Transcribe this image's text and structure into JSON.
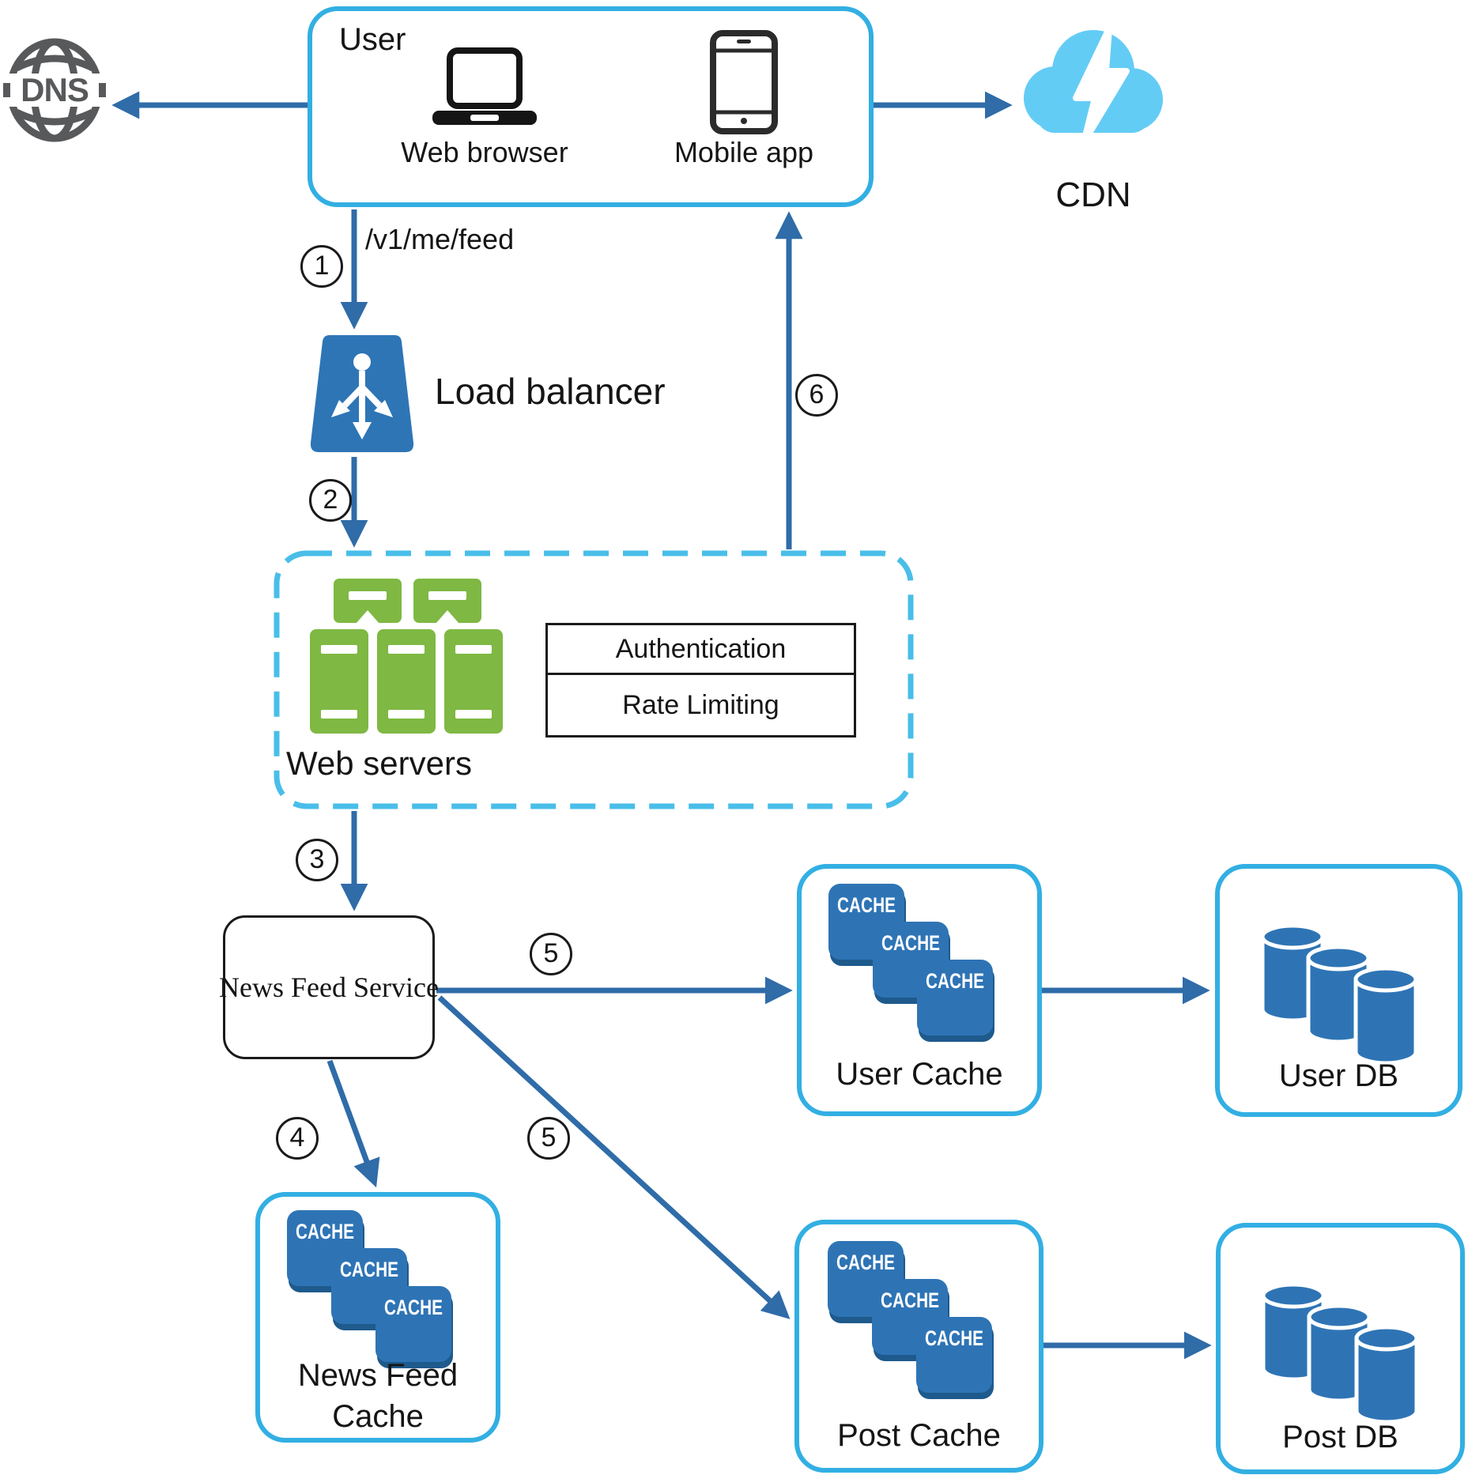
{
  "nodes": {
    "dns": {
      "label": "DNS"
    },
    "user": {
      "title": "User",
      "devices": [
        {
          "label": "Web browser"
        },
        {
          "label": "Mobile app"
        }
      ]
    },
    "cdn": {
      "label": "CDN"
    },
    "load_balancer": {
      "label": "Load balancer"
    },
    "web_servers": {
      "label": "Web servers",
      "modules": [
        {
          "label": "Authentication"
        },
        {
          "label": "Rate Limiting"
        }
      ]
    },
    "news_feed_service": {
      "label": "News Feed Service"
    },
    "news_feed_cache": {
      "label": "News Feed Cache"
    },
    "user_cache": {
      "label": "User Cache"
    },
    "user_db": {
      "label": "User DB"
    },
    "post_cache": {
      "label": "Post Cache"
    },
    "post_db": {
      "label": "Post DB"
    }
  },
  "edges": {
    "request_path_label": "/v1/me/feed",
    "steps": [
      "1",
      "2",
      "3",
      "4",
      "5",
      "5",
      "6"
    ]
  },
  "icons": {
    "cache_label": "CACHE"
  },
  "colors": {
    "box_border_blue": "#32AFE3",
    "dashed_border_blue": "#49BEE9",
    "arrow_blue": "#2F6CA8",
    "icon_blue": "#2E74B5",
    "icon_blue_shadow": "#1E5A8C",
    "server_green": "#7FB843",
    "cloud_blue": "#63CCF5",
    "dns_gray": "#58595B"
  }
}
